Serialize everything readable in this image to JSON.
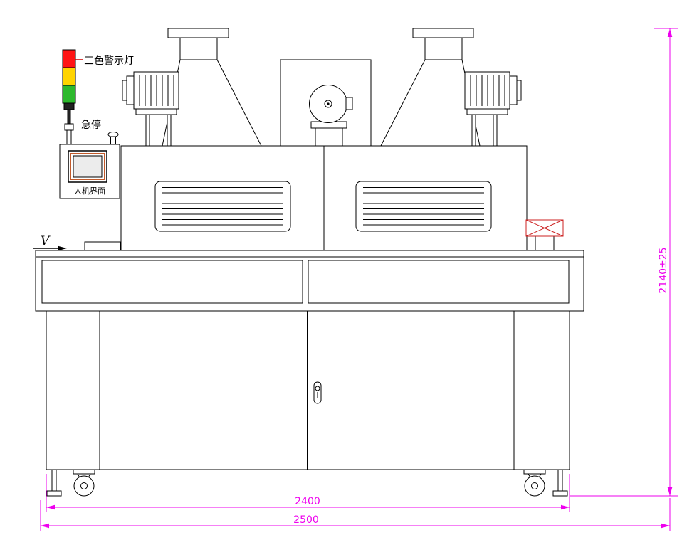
{
  "drawing": {
    "labels": {
      "tower_light": "三色警示灯",
      "emergency_stop": "急停",
      "hmi_panel": "人机界面",
      "conveyor_direction": "V"
    },
    "dimensions": {
      "inner_width": "2400",
      "overall_width": "2500",
      "overall_height": "2140±25"
    },
    "colors": {
      "outline": "#000000",
      "dimension": "#ee00ee",
      "lamp_red": "#ff1414",
      "lamp_yellow": "#ffd400",
      "lamp_green": "#2db92d",
      "leader_red": "#cc0000",
      "crossed_box_red": "#cc2222"
    }
  }
}
